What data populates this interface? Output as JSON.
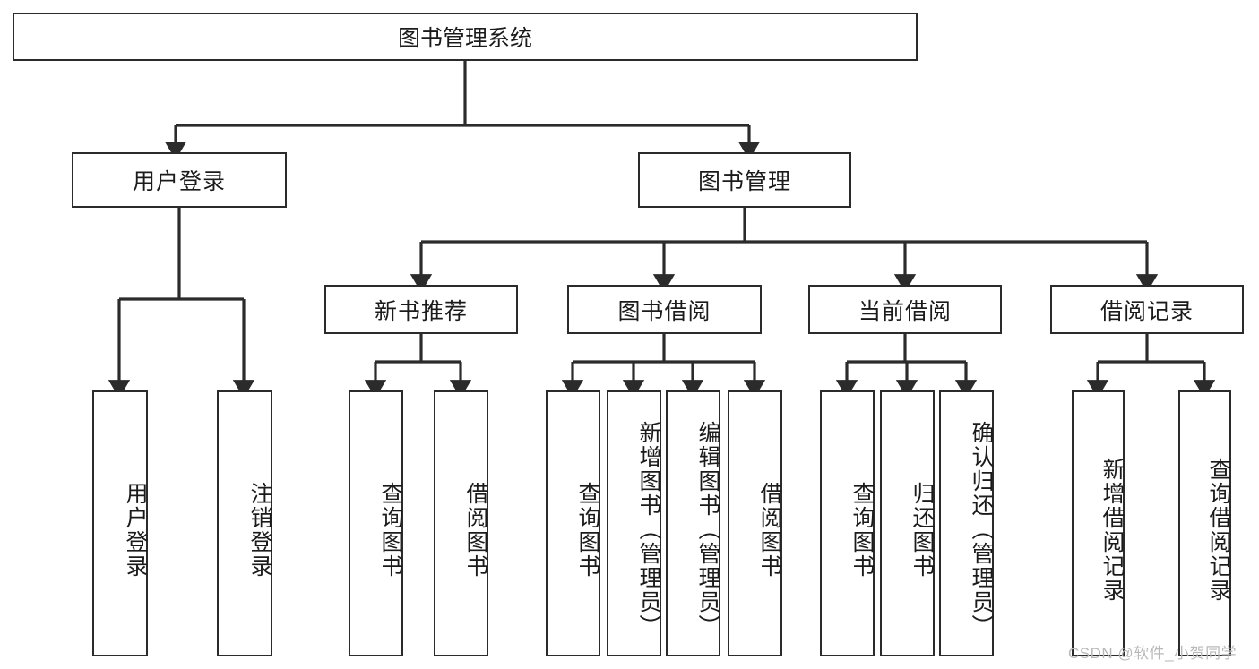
{
  "diagram": {
    "title": "图书管理系统",
    "type": "tree",
    "orientation": "top-down",
    "colors": {
      "box_border": "#2b2b2b",
      "box_fill": "#ffffff",
      "edge": "#2b2b2b",
      "text": "#1b1b1b",
      "background": "#ffffff",
      "watermark": "#b9b9b9"
    },
    "nodes": {
      "root": {
        "label": "图书管理系统"
      },
      "level2": [
        {
          "id": "user-login",
          "label": "用户登录"
        },
        {
          "id": "book-manage",
          "label": "图书管理"
        }
      ],
      "level3": [
        {
          "id": "new-book-recommend",
          "label": "新书推荐"
        },
        {
          "id": "book-borrow",
          "label": "图书借阅"
        },
        {
          "id": "current-borrow",
          "label": "当前借阅"
        },
        {
          "id": "borrow-record",
          "label": "借阅记录"
        }
      ],
      "leaves": {
        "user_login": [
          {
            "id": "leaf-user-login",
            "label": "用户登录"
          },
          {
            "id": "leaf-user-logout",
            "label": "注销登录"
          }
        ],
        "new_book_recommend": [
          {
            "id": "leaf-query-book-1",
            "label": "查询图书"
          },
          {
            "id": "leaf-borrow-book-1",
            "label": "借阅图书"
          }
        ],
        "book_borrow": [
          {
            "id": "leaf-query-book-2",
            "label": "查询图书"
          },
          {
            "id": "leaf-add-book",
            "label": "新增图书（管理员）"
          },
          {
            "id": "leaf-edit-book",
            "label": "编辑图书（管理员）"
          },
          {
            "id": "leaf-borrow-book-2",
            "label": "借阅图书"
          }
        ],
        "current_borrow": [
          {
            "id": "leaf-query-book-3",
            "label": "查询图书"
          },
          {
            "id": "leaf-return-book",
            "label": "归还图书"
          },
          {
            "id": "leaf-confirm-return",
            "label": "确认归还（管理员）"
          }
        ],
        "borrow_record": [
          {
            "id": "leaf-add-record",
            "label": "新增借阅记录"
          },
          {
            "id": "leaf-query-record",
            "label": "查询借阅记录"
          }
        ]
      }
    }
  },
  "watermark": {
    "text": "CSDN @软件_小贺同学"
  }
}
